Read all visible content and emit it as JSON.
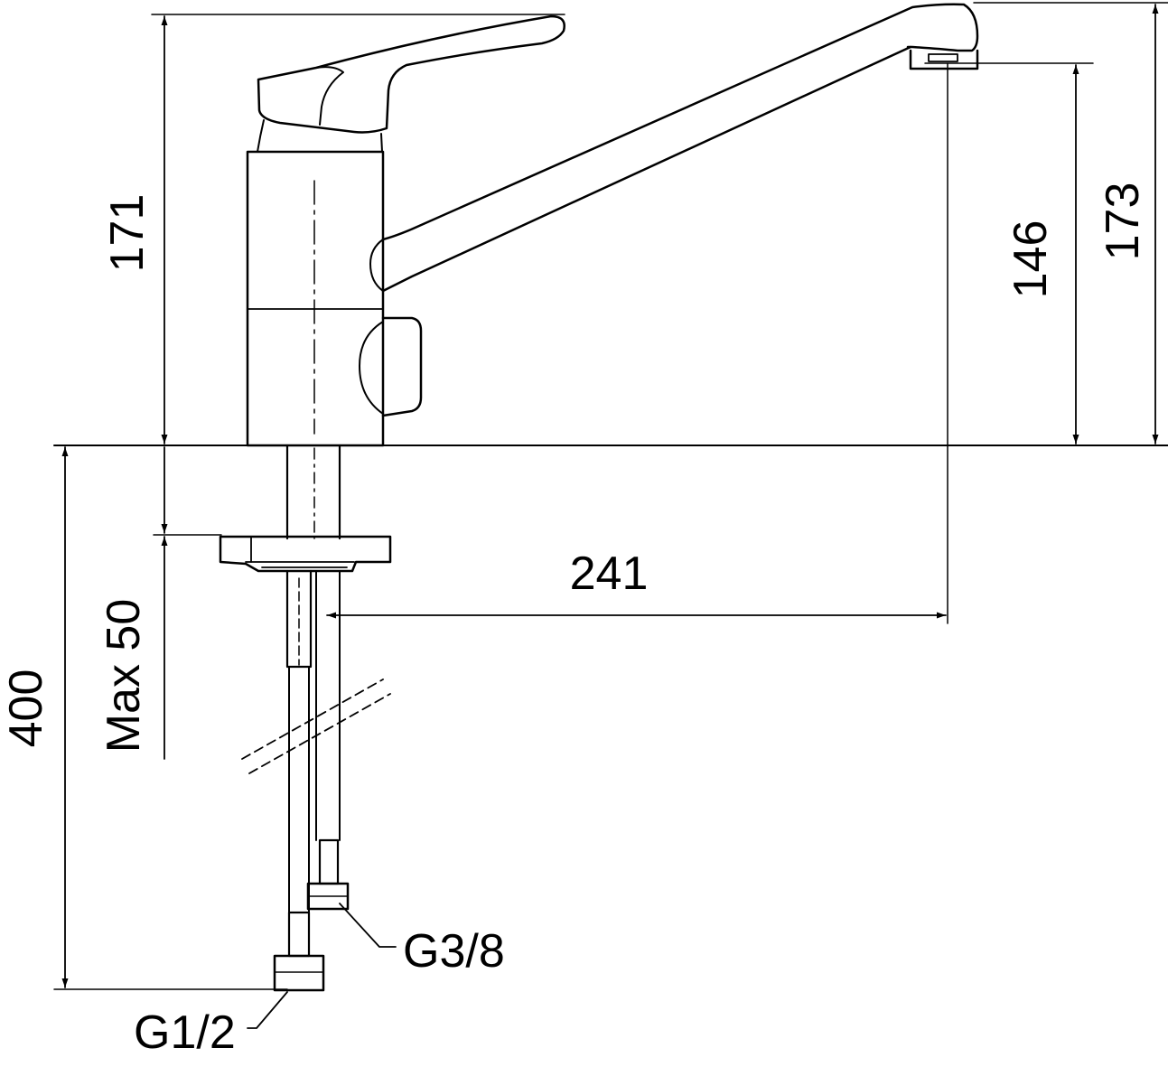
{
  "drawing": {
    "dimensions": {
      "body_height": "171",
      "spout_height": "146",
      "total_height": "173",
      "spout_reach": "241",
      "hose_length": "400",
      "max_deck_thickness": "Max 50"
    },
    "connections": {
      "hot_cold_inlet": "G1/2",
      "outlet_thread": "G3/8"
    }
  }
}
